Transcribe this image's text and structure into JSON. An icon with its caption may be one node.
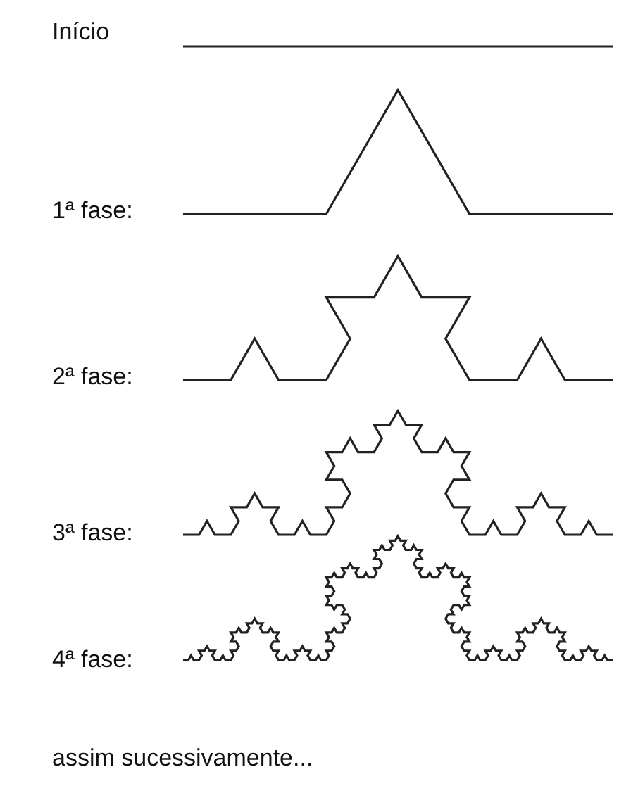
{
  "diagram": {
    "labels": [
      "Início",
      "1ª fase:",
      "2ª fase:",
      "3ª fase:",
      "4ª fase:",
      "assim sucessivamente..."
    ]
  }
}
